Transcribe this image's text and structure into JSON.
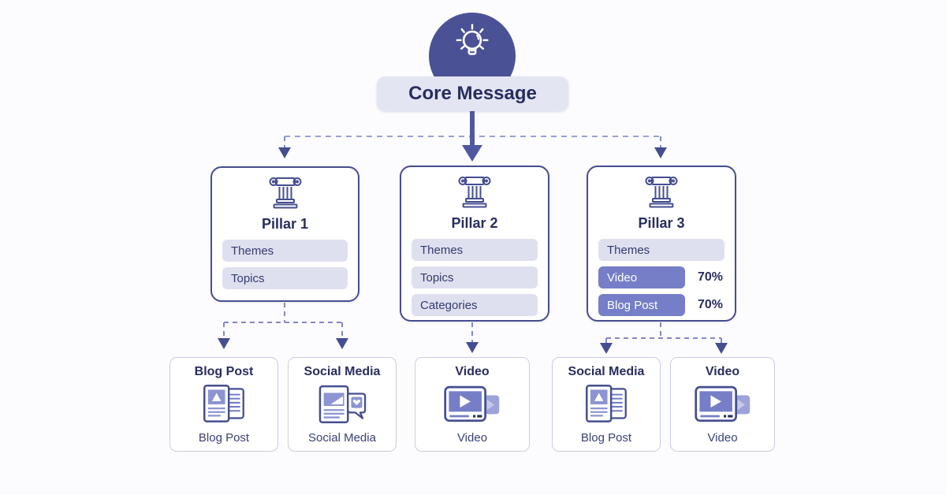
{
  "root": {
    "label": "Core Message",
    "icon": "lightbulb-icon"
  },
  "pillars": [
    {
      "title": "Pillar 1",
      "icon": "column-icon",
      "rows": [
        {
          "label": "Themes"
        },
        {
          "label": "Topics"
        }
      ]
    },
    {
      "title": "Pillar 2",
      "icon": "column-icon",
      "rows": [
        {
          "label": "Themes"
        },
        {
          "label": "Topics"
        },
        {
          "label": "Categories"
        }
      ]
    },
    {
      "title": "Pillar 3",
      "icon": "column-icon",
      "rows": [
        {
          "label": "Themes"
        },
        {
          "label": "Video",
          "value": "70%"
        },
        {
          "label": "Blog Post",
          "value": "70%"
        }
      ]
    }
  ],
  "content_cards": [
    {
      "title": "Blog Post",
      "icon": "blog-post-icon",
      "caption": "Blog Post"
    },
    {
      "title": "Social Media",
      "icon": "social-media-icon",
      "caption": "Social Media"
    },
    {
      "title": "Video",
      "icon": "video-icon",
      "caption": "Video"
    },
    {
      "title": "Social Media",
      "icon": "blog-post-icon",
      "caption": "Blog Post"
    },
    {
      "title": "Video",
      "icon": "video-icon",
      "caption": "Video"
    }
  ],
  "colors": {
    "navy_border": "#454e90",
    "dark_text": "#272e5e",
    "row_lavender": "#dfe0ef",
    "bar_purple": "#757ec6",
    "label_bg": "#e4e5f3",
    "circle_bg": "#4a5295",
    "dashed_line": "#9099ce",
    "card_border": "#c9cce5"
  },
  "icons": [
    "lightbulb-icon",
    "column-icon",
    "blog-post-icon",
    "social-media-icon",
    "video-icon"
  ]
}
